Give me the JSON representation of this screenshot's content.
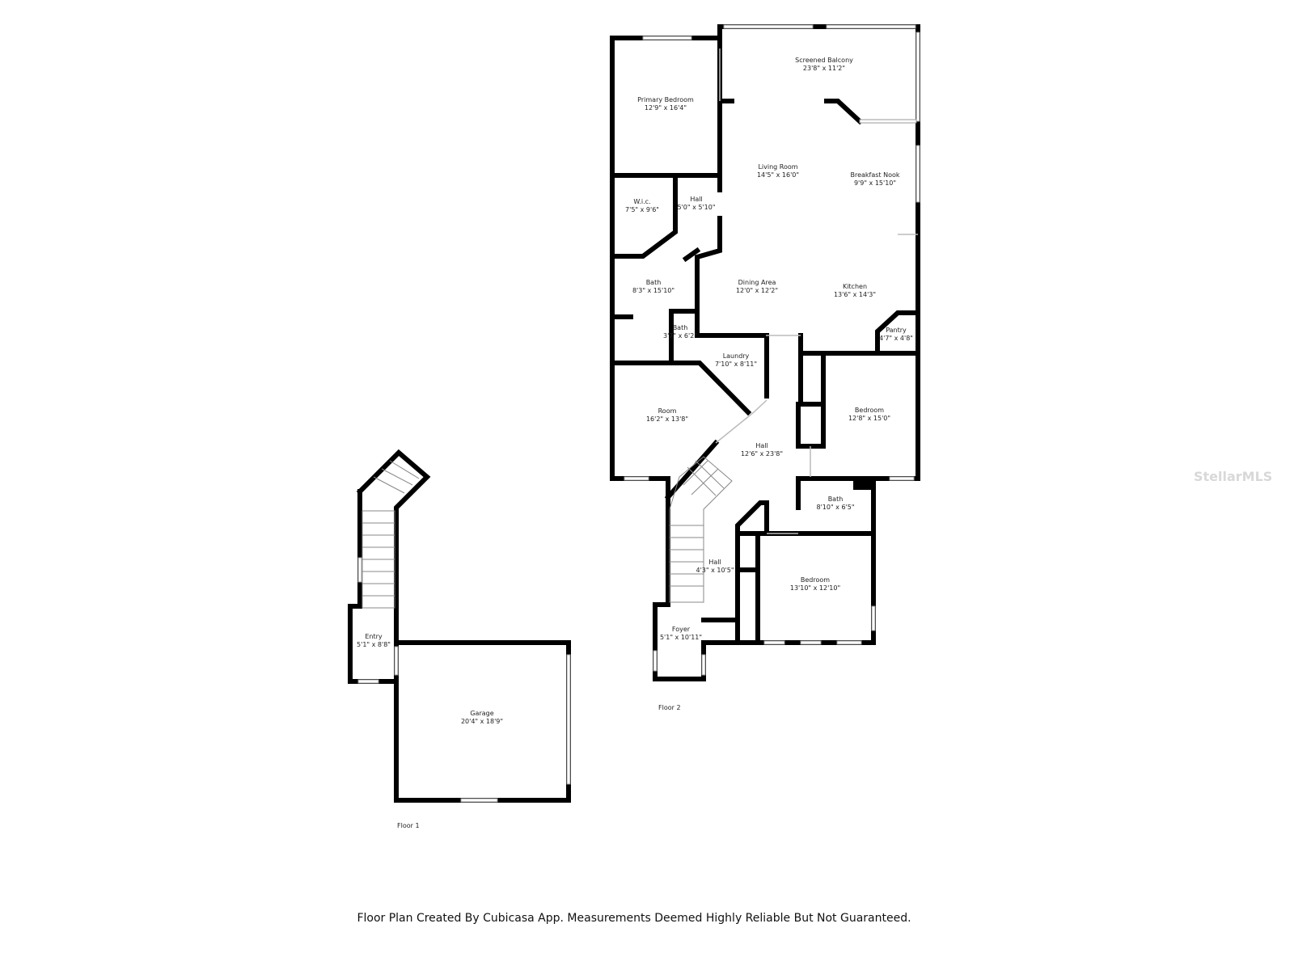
{
  "floor2": {
    "label": "Floor 2",
    "rooms": [
      {
        "name": "Screened Balcony",
        "size": "23'8\" x 11'2\""
      },
      {
        "name": "Primary Bedroom",
        "size": "12'9\" x 16'4\""
      },
      {
        "name": "Living Room",
        "size": "14'5\" x 16'0\""
      },
      {
        "name": "Breakfast Nook",
        "size": "9'9\" x 15'10\""
      },
      {
        "name": "W.i.c.",
        "size": "7'5\" x 9'6\""
      },
      {
        "name": "Hall",
        "size": "5'0\" x 5'10\""
      },
      {
        "name": "Bath",
        "size": "8'3\" x 15'10\""
      },
      {
        "name": "Dining Area",
        "size": "12'0\" x 12'2\""
      },
      {
        "name": "Kitchen",
        "size": "13'6\" x 14'3\""
      },
      {
        "name": "Bath",
        "size": "3'7\" x 6'2\""
      },
      {
        "name": "Pantry",
        "size": "4'7\" x 4'8\""
      },
      {
        "name": "Laundry",
        "size": "7'10\" x 8'11\""
      },
      {
        "name": "Room",
        "size": "16'2\" x 13'8\""
      },
      {
        "name": "Bedroom",
        "size": "12'8\" x 15'0\""
      },
      {
        "name": "Hall",
        "size": "12'6\" x 23'8\""
      },
      {
        "name": "Bath",
        "size": "8'10\" x 6'5\""
      },
      {
        "name": "Hall",
        "size": "4'3\" x 10'5\""
      },
      {
        "name": "Bedroom",
        "size": "13'10\" x 12'10\""
      },
      {
        "name": "Foyer",
        "size": "5'1\" x 10'11\""
      }
    ]
  },
  "floor1": {
    "label": "Floor 1",
    "rooms": [
      {
        "name": "Entry",
        "size": "5'1\" x 8'8\""
      },
      {
        "name": "Garage",
        "size": "20'4\" x 18'9\""
      }
    ]
  },
  "footer": "Floor Plan Created By Cubicasa App. Measurements Deemed Highly Reliable But Not Guaranteed.",
  "watermark": "StellarMLS"
}
